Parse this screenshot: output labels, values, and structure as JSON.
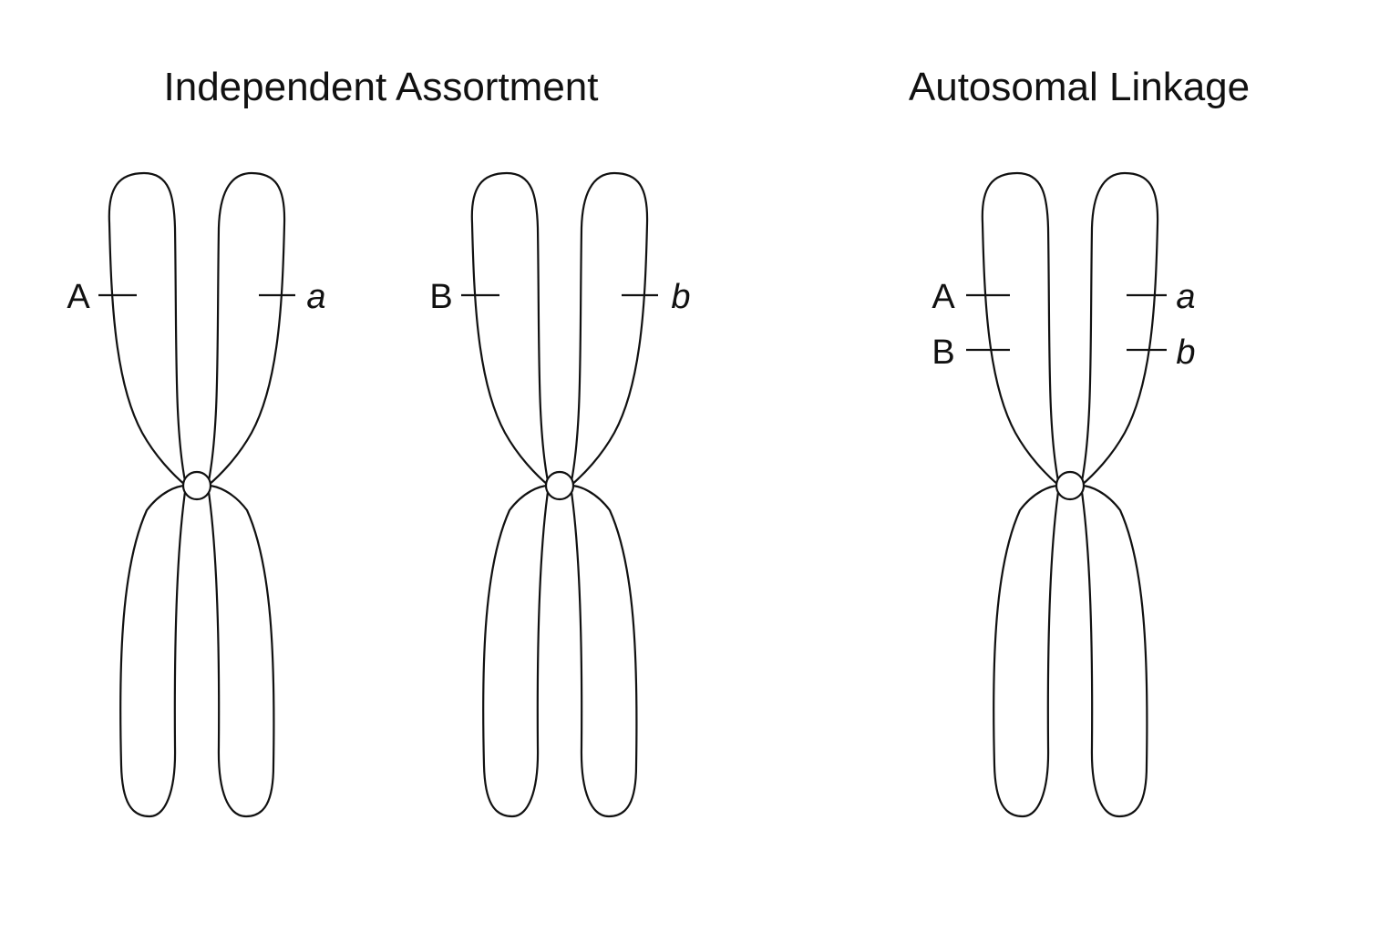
{
  "panels": [
    {
      "title": "Independent Assortment",
      "chromosomes": [
        {
          "loci": [
            {
              "left": "A",
              "right": "a"
            }
          ]
        },
        {
          "loci": [
            {
              "left": "B",
              "right": "b"
            }
          ]
        }
      ]
    },
    {
      "title": "Autosomal Linkage",
      "chromosomes": [
        {
          "loci": [
            {
              "left": "A",
              "right": "a"
            },
            {
              "left": "B",
              "right": "b"
            }
          ]
        }
      ]
    }
  ],
  "colors": {
    "stroke": "#111111",
    "background": "#ffffff"
  }
}
